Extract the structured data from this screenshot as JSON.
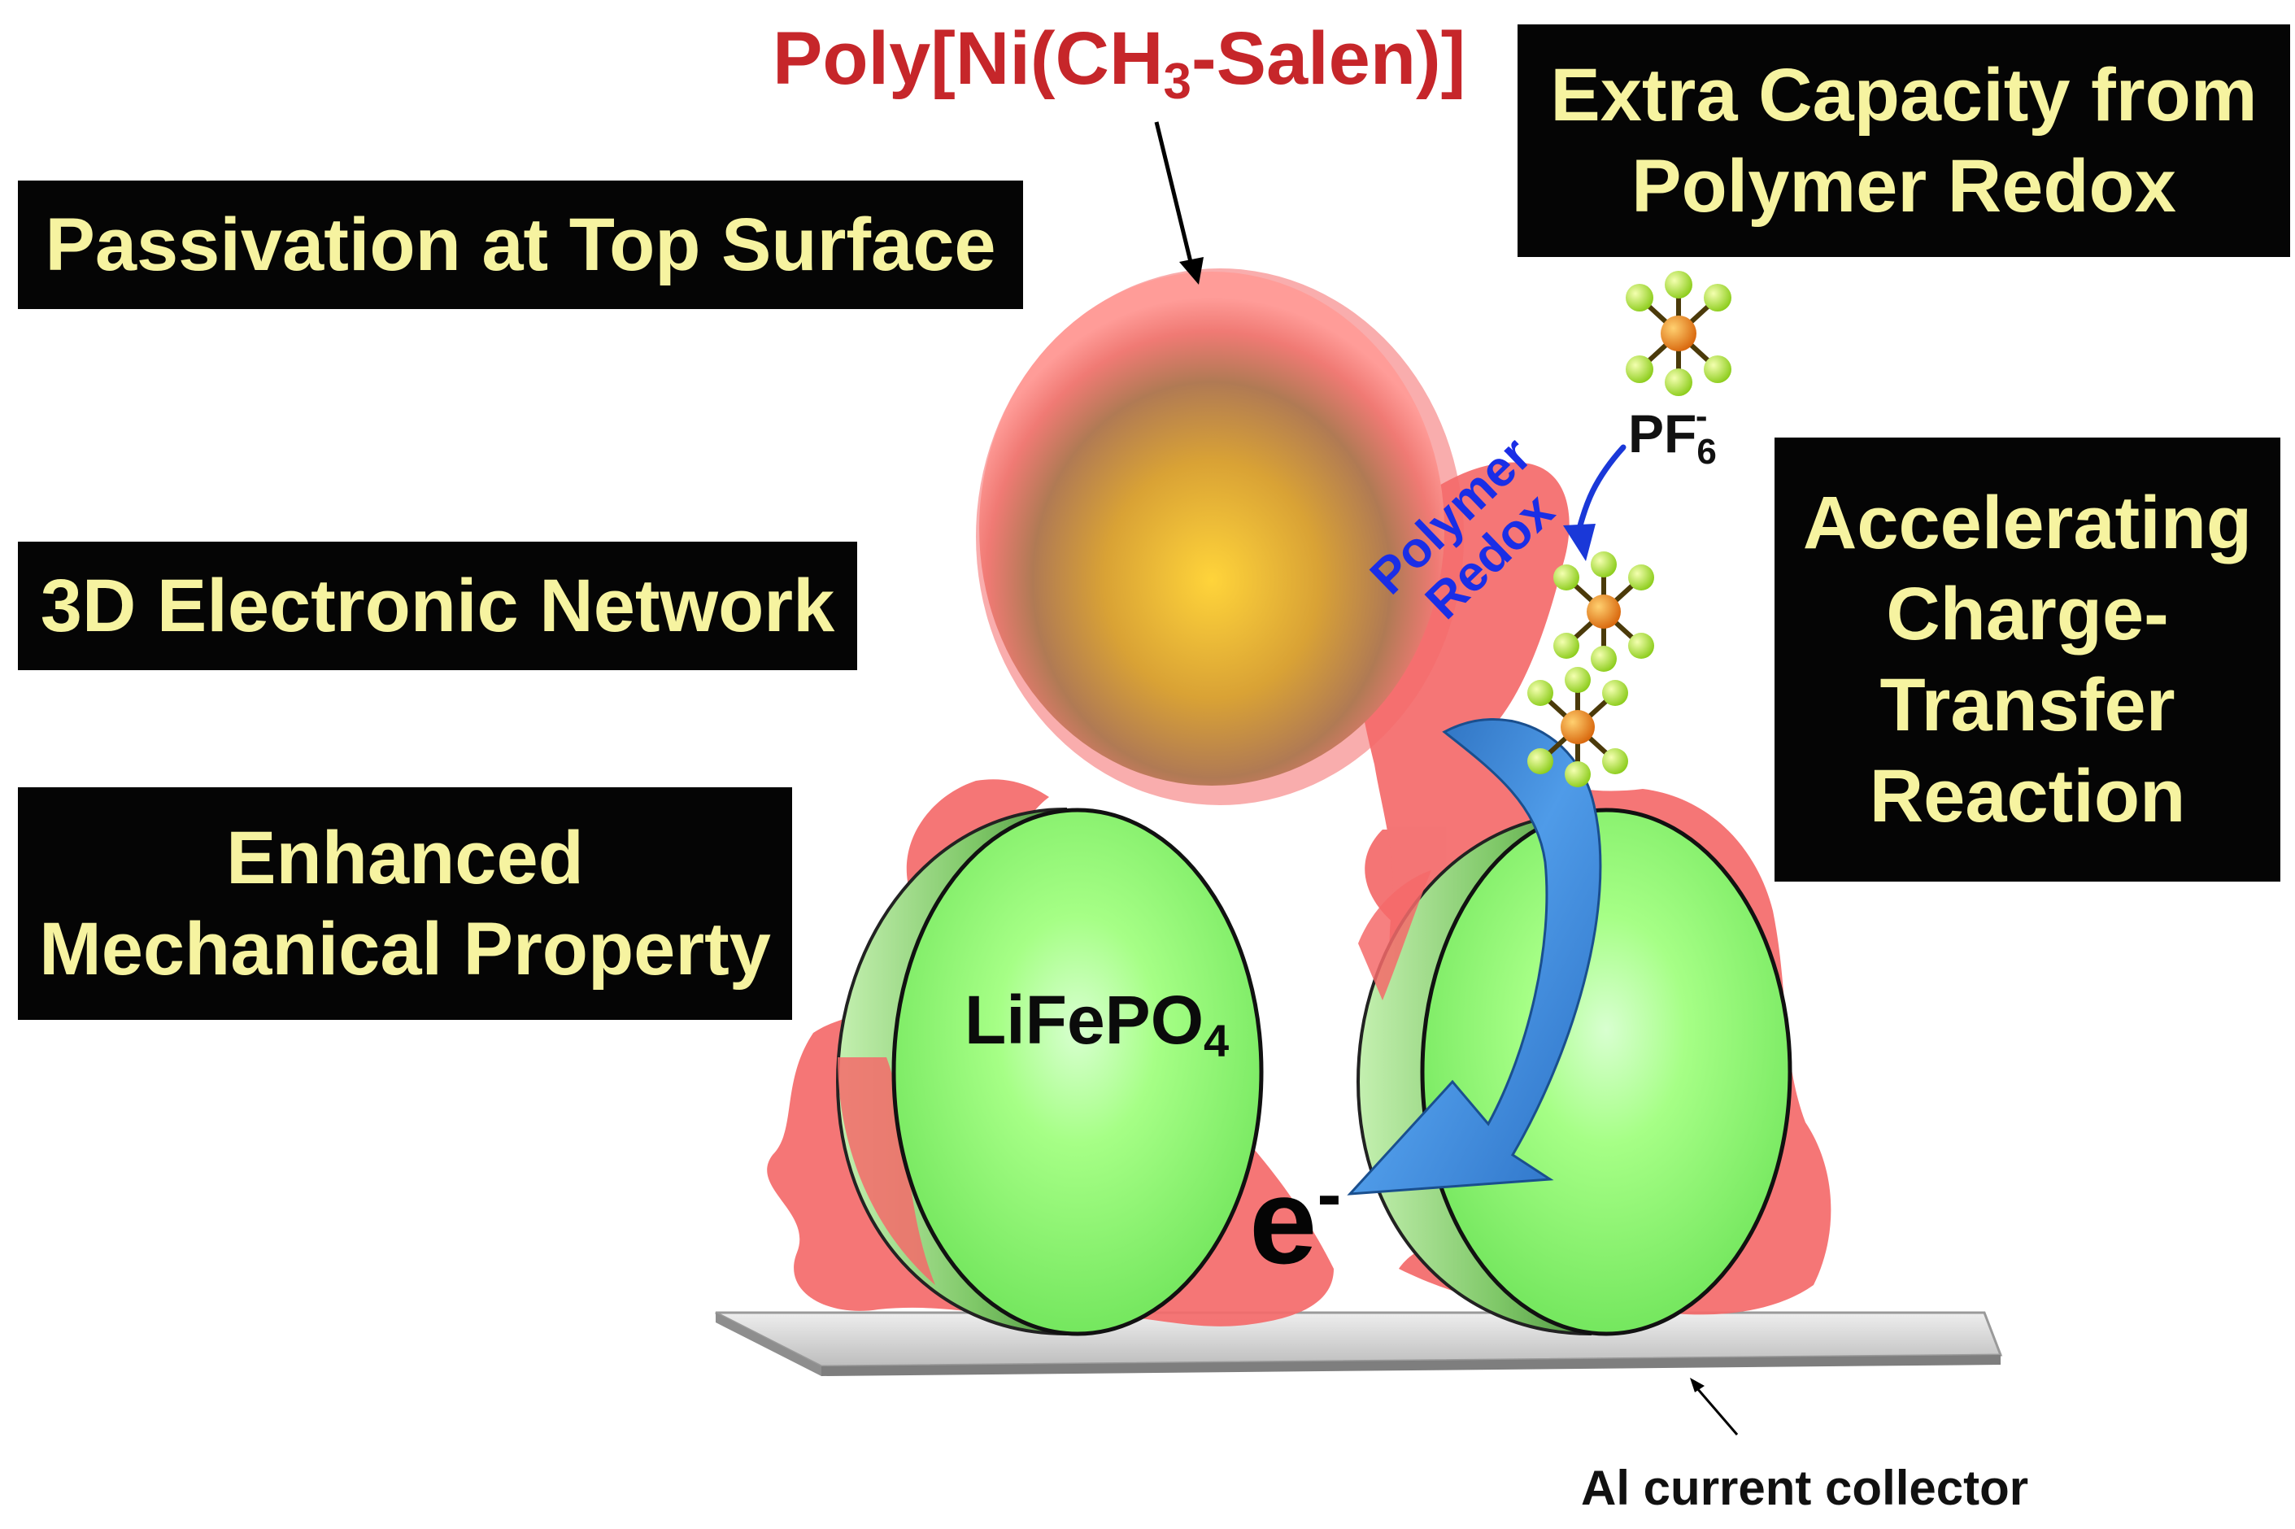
{
  "title": {
    "prefix": "Poly[Ni(CH",
    "subscript": "3",
    "suffix": "-Salen)]"
  },
  "boxes": {
    "passivation": [
      "Passivation at Top Surface"
    ],
    "network": [
      "3D Electronic Network"
    ],
    "mechanical": [
      "Enhanced",
      "Mechanical Property"
    ],
    "capacity": [
      "Extra Capacity from",
      "Polymer Redox"
    ],
    "charge_transfer": [
      "Accelerating",
      "Charge-",
      "Transfer",
      "Reaction"
    ]
  },
  "labels": {
    "anion": {
      "base": "PF",
      "subscript": "6",
      "superscript": "-"
    },
    "particle": {
      "base": "LiFePO",
      "subscript": "4"
    },
    "electron": {
      "base": "e",
      "superscript": "-"
    },
    "redox": [
      "Polymer",
      "Redox"
    ],
    "collector": "Al current collector"
  },
  "colors": {
    "label_box_bg": "#050505",
    "label_box_text": "#f6f3a0",
    "polymer_title": "#c6262a",
    "polymer_coating": "#f46a6a",
    "particle_fill": "#9cf27a",
    "redox_text": "#1a2ee6",
    "arrow_blue": "#2a78cc",
    "collector": "#d8d8d8"
  },
  "icons": {
    "anion_molecule": "pf6-molecule-icon",
    "electron_arrow": "curved-arrow-icon"
  }
}
